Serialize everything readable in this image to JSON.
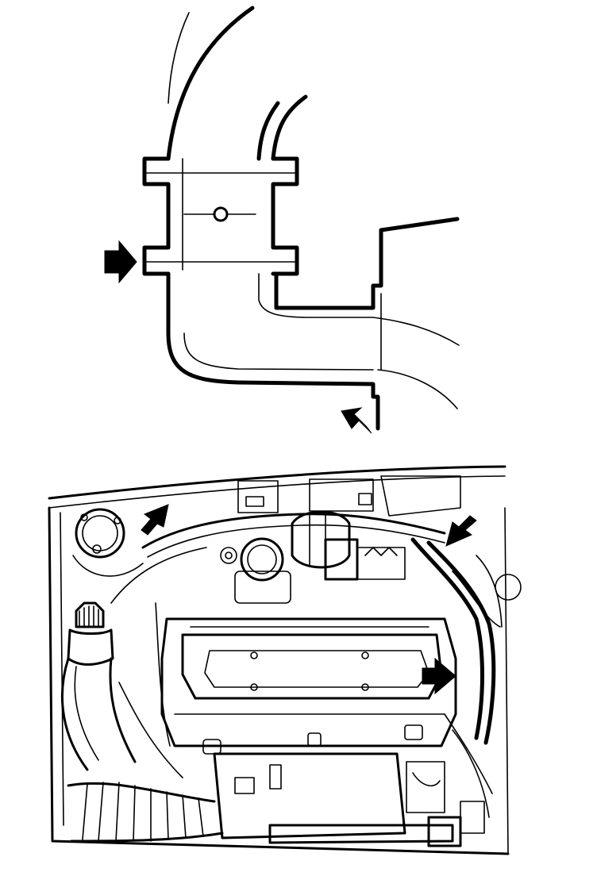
{
  "figure": {
    "colors": {
      "line": "#000000",
      "background": "#ffffff"
    },
    "callout_arrows": [
      {
        "name": "detail-left-arrow",
        "points_to": "pipe-connector-clamp"
      },
      {
        "name": "detail-bottom-arrow",
        "points_to": "pipe-bracket"
      },
      {
        "name": "engine-left-arrow",
        "points_to": "hose-left"
      },
      {
        "name": "engine-right-arrow",
        "points_to": "hose-right"
      },
      {
        "name": "engine-center-arrow",
        "points_to": "pipe-under-hood"
      }
    ]
  }
}
